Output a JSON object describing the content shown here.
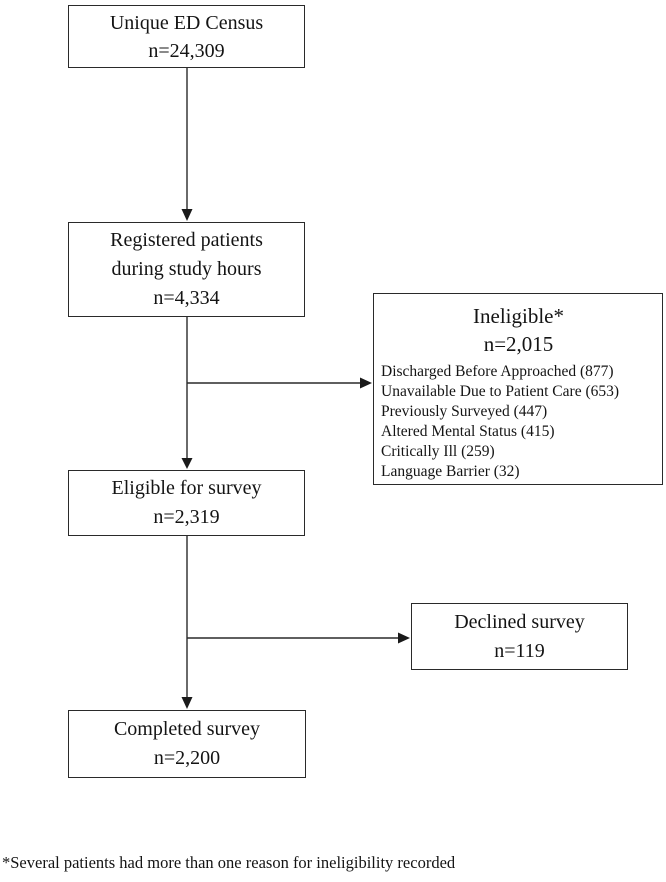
{
  "diagram": {
    "boxes": {
      "census": {
        "label": "Unique ED Census",
        "count": "n=24,309"
      },
      "registered": {
        "label_line1": "Registered patients",
        "label_line2": "during study hours",
        "count": "n=4,334"
      },
      "ineligible": {
        "title": "Ineligible*",
        "count": "n=2,015",
        "reasons": [
          "Discharged Before Approached (877)",
          "Unavailable Due to Patient Care (653)",
          "Previously Surveyed (447)",
          "Altered Mental Status (415)",
          "Critically Ill (259)",
          "Language Barrier (32)"
        ]
      },
      "eligible": {
        "label": "Eligible for survey",
        "count": "n=2,319"
      },
      "declined": {
        "label": "Declined survey",
        "count": "n=119"
      },
      "completed": {
        "label": "Completed survey",
        "count": "n=2,200"
      }
    },
    "footnote": "*Several patients had more than one reason for ineligibility recorded",
    "colors": {
      "line": "#2a2a2a",
      "text": "#141414",
      "background": "#ffffff"
    }
  }
}
